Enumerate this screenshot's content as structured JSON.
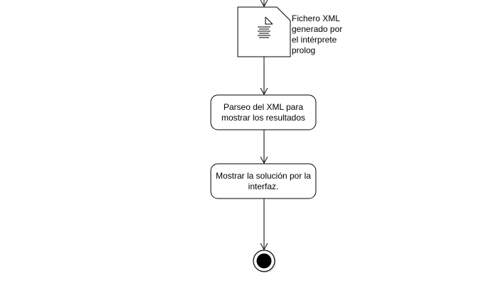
{
  "diagram": {
    "object_node": {
      "label": "Fichero XML\ngenerado por\nel intérprete\nprolog",
      "icon": "document-icon"
    },
    "actions": [
      {
        "label": "Parseo del XML para\nmostrar los resultados"
      },
      {
        "label": "Mostrar la solución por la\ninterfaz."
      }
    ],
    "final_node": {
      "icon": "final-node-icon"
    },
    "colors": {
      "stroke": "#000000",
      "fill": "#ffffff",
      "shadow": "#cfcfcf"
    }
  }
}
